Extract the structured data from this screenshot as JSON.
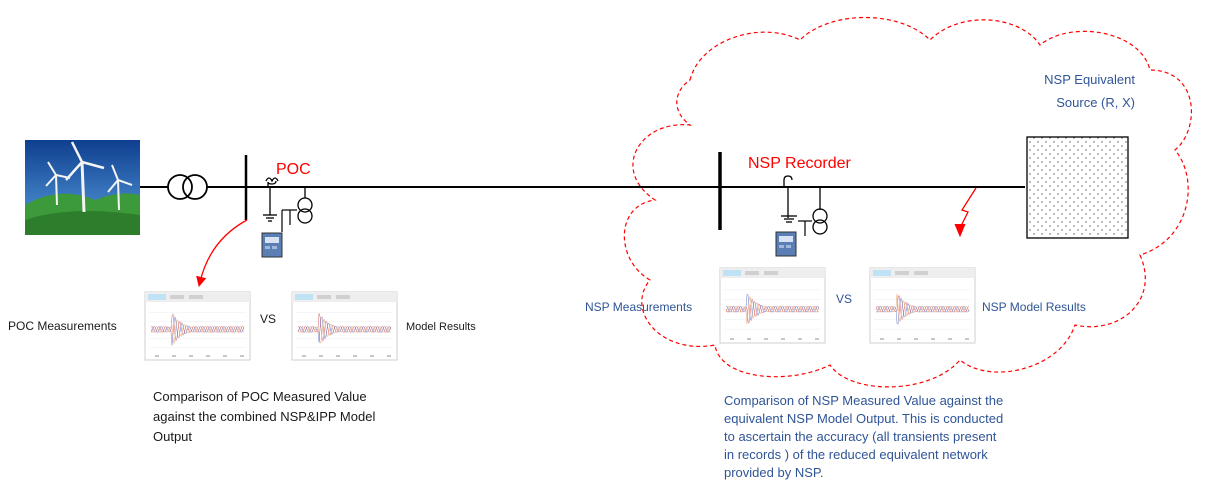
{
  "labels": {
    "poc": "POC",
    "nsp_recorder": "NSP Recorder",
    "nsp_equivalent_line1": "NSP Equivalent",
    "nsp_equivalent_line2": "Source (R, X)",
    "poc_measurements": "POC Measurements",
    "model_results": "Model Results",
    "vs_left": "VS",
    "vs_right": "VS",
    "nsp_measurements": "NSP Measurements",
    "nsp_model_results": "NSP Model Results"
  },
  "captions": {
    "poc_comparison": [
      "Comparison of POC Measured Value",
      "against the combined NSP&IPP Model",
      "Output"
    ],
    "nsp_comparison": [
      "Comparison of NSP Measured Value against the",
      "equivalent NSP Model Output. This is conducted",
      "to ascertain the accuracy (all transients present",
      "in records ) of the reduced equivalent network",
      "provided by NSP."
    ]
  },
  "colors": {
    "accent_red": "#ff0000",
    "caption_blue": "#2f5597",
    "line": "#000000",
    "sky_blue": "#1f5fb8",
    "grass_green": "#3d9a3a",
    "relay_blue": "#5a7fb5"
  },
  "icons": {
    "wind_farm": "wind-turbines-icon",
    "transformer": "transformer-icon",
    "current_transformer": "current-transformer-icon",
    "recorder": "recorder-device-icon",
    "fault": "lightning-fault-icon",
    "equivalent_source": "equivalent-source-icon"
  }
}
